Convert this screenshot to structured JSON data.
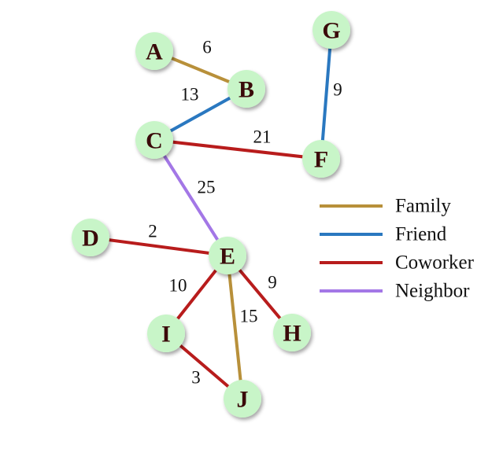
{
  "nodes": [
    {
      "id": "A",
      "label": "A"
    },
    {
      "id": "B",
      "label": "B"
    },
    {
      "id": "C",
      "label": "C"
    },
    {
      "id": "D",
      "label": "D"
    },
    {
      "id": "E",
      "label": "E"
    },
    {
      "id": "F",
      "label": "F"
    },
    {
      "id": "G",
      "label": "G"
    },
    {
      "id": "H",
      "label": "H"
    },
    {
      "id": "I",
      "label": "I"
    },
    {
      "id": "J",
      "label": "J"
    }
  ],
  "edges": [
    {
      "from": "A",
      "to": "B",
      "weight": "6",
      "relation": "Family"
    },
    {
      "from": "B",
      "to": "C",
      "weight": "13",
      "relation": "Friend"
    },
    {
      "from": "C",
      "to": "F",
      "weight": "21",
      "relation": "Coworker"
    },
    {
      "from": "G",
      "to": "F",
      "weight": "9",
      "relation": "Friend"
    },
    {
      "from": "C",
      "to": "E",
      "weight": "25",
      "relation": "Neighbor"
    },
    {
      "from": "D",
      "to": "E",
      "weight": "2",
      "relation": "Coworker"
    },
    {
      "from": "E",
      "to": "I",
      "weight": "10",
      "relation": "Coworker"
    },
    {
      "from": "E",
      "to": "H",
      "weight": "9",
      "relation": "Coworker"
    },
    {
      "from": "E",
      "to": "J",
      "weight": "15",
      "relation": "Family"
    },
    {
      "from": "I",
      "to": "J",
      "weight": "3",
      "relation": "Coworker"
    }
  ],
  "legend": [
    {
      "label": "Family",
      "color": "#b8903a"
    },
    {
      "label": "Friend",
      "color": "#2a78c0"
    },
    {
      "label": "Coworker",
      "color": "#b81c1c"
    },
    {
      "label": "Neighbor",
      "color": "#a377e6"
    }
  ],
  "node_fill": "#c8f5c8"
}
